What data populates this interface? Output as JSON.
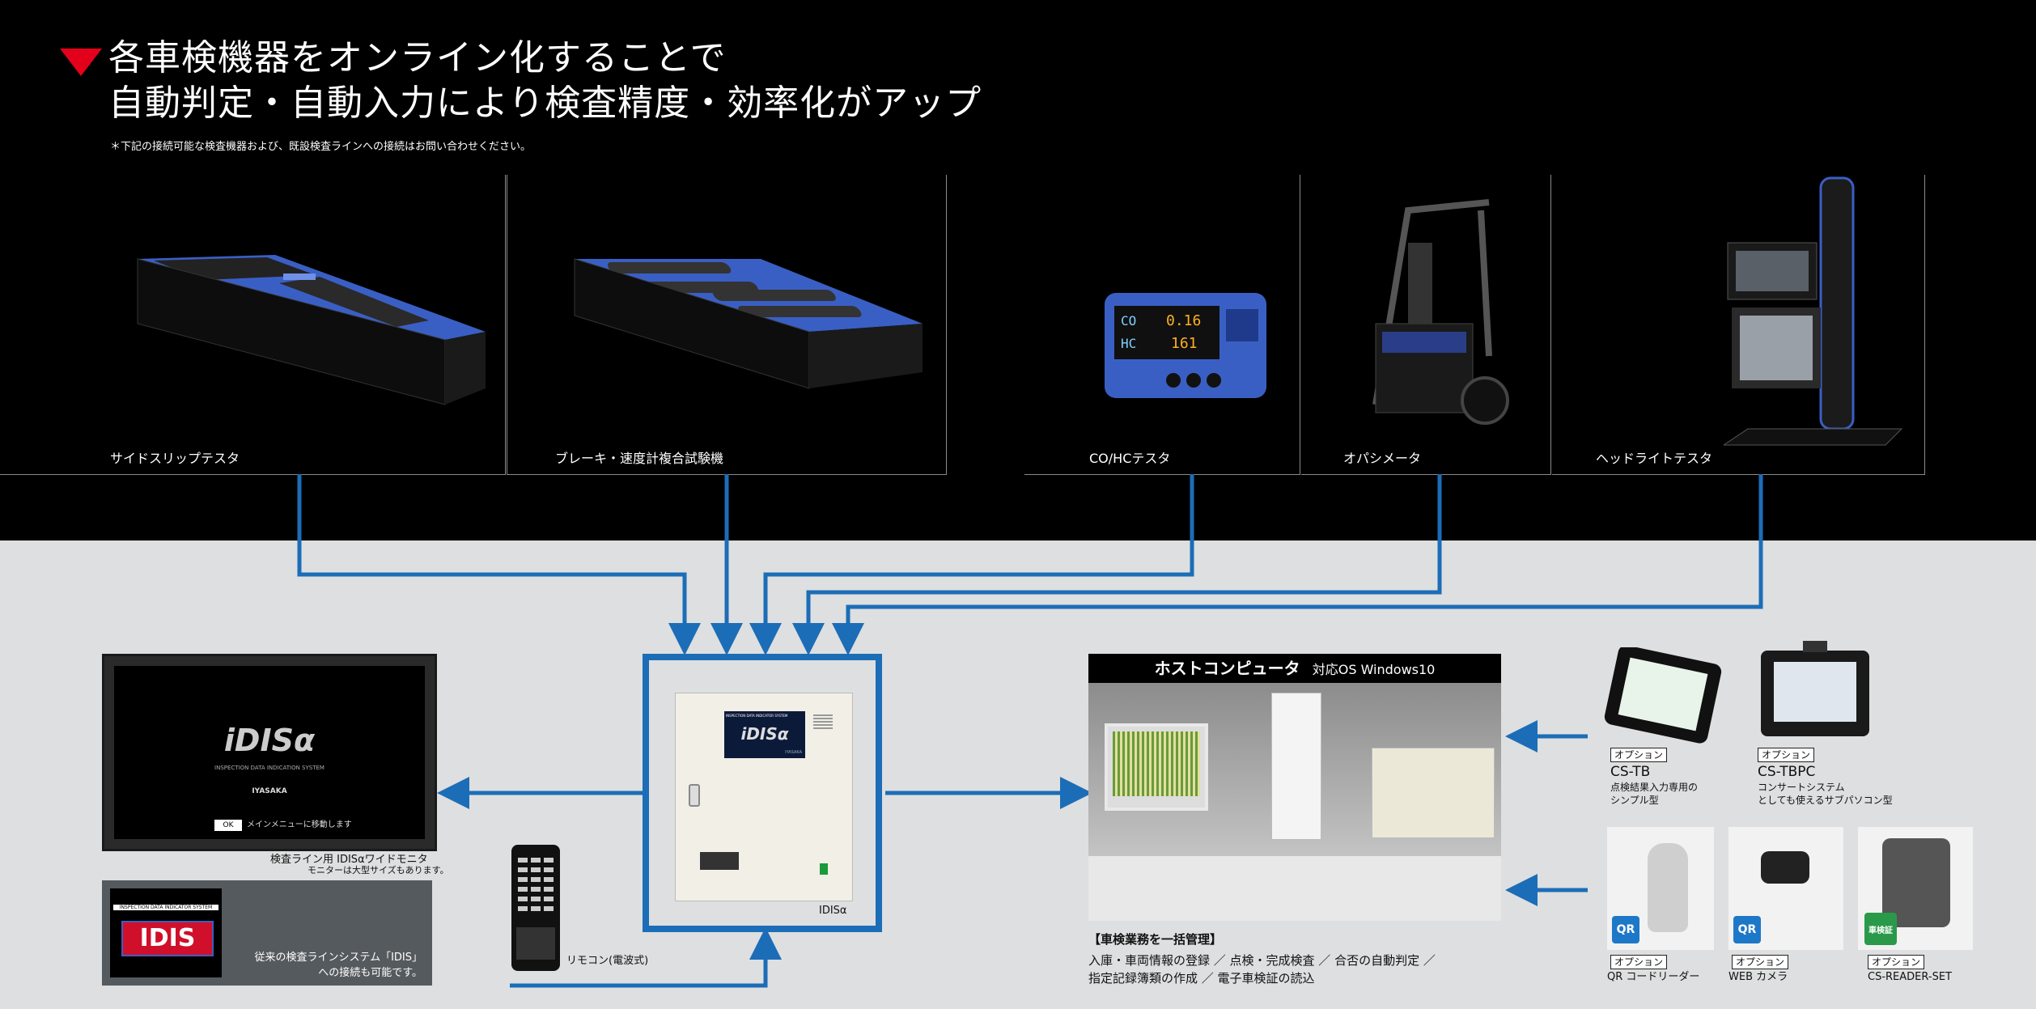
{
  "heading": {
    "line1": "各車検機器をオンライン化することで",
    "line2": "自動判定・自動入力により検査精度・効率化がアップ",
    "note": "＊下記の接続可能な検査機器および、既設検査ラインへの接続はお問い合わせください。"
  },
  "devices": [
    {
      "label": "サイドスリップテスタ"
    },
    {
      "label": "ブレーキ・速度計複合試験機"
    },
    {
      "label": "CO/HCテスタ"
    },
    {
      "label": "オパシメータ"
    },
    {
      "label": "ヘッドライトテスタ"
    }
  ],
  "co_display": {
    "co": "0.16",
    "hc": "161"
  },
  "monitor": {
    "logo": "iDISα",
    "subtitle": "INSPECTION DATA INDICATION SYSTEM",
    "brand": "IYASAKA",
    "ok": "OK",
    "menu": "メインメニューに移動します",
    "caption1": "検査ライン用 IDISαワイドモニタ",
    "caption2": "モニターは大型サイズもあります。"
  },
  "legacy": {
    "banner": "INSPECTION DATA INDICATOR SYSTEM",
    "logo": "IDIS",
    "caption1": "従来の検査ラインシステム「IDIS」",
    "caption2": "への接続も可能です。"
  },
  "remote": {
    "label": "リモコン(電波式)"
  },
  "unit": {
    "label": "IDISα",
    "screen_title": "INSPECTION DATA INDICATOR SYSTEM",
    "screen_logo": "iDISα",
    "screen_brand": "IYASAKA"
  },
  "host": {
    "title": "ホストコンピュータ",
    "os": "対応OS Windows10",
    "summary_title": "【車検業務を一括管理】",
    "summary_line1": "入庫・車両情報の登録 ／ 点検・完成検査 ／ 合否の自動判定 ／",
    "summary_line2": "指定記録簿類の作成 ／ 電子車検証の読込"
  },
  "options": [
    {
      "badge": "オプション",
      "name": "CS-TB",
      "desc1": "点検結果入力専用の",
      "desc2": "シンプル型"
    },
    {
      "badge": "オプション",
      "name": "CS-TBPC",
      "desc1": "コンサートシステム",
      "desc2": "としても使えるサブパソコン型"
    },
    {
      "badge": "オプション",
      "name": "QR コードリーダー",
      "icon": "QR"
    },
    {
      "badge": "オプション",
      "name": "WEB カメラ",
      "icon": "QR"
    },
    {
      "badge": "オプション",
      "name": "CS-READER-SET",
      "icon": "車検証"
    }
  ],
  "colors": {
    "flow": "#1c6db7",
    "accent": "#e2001a",
    "device_blue": "#3a5fc4"
  }
}
